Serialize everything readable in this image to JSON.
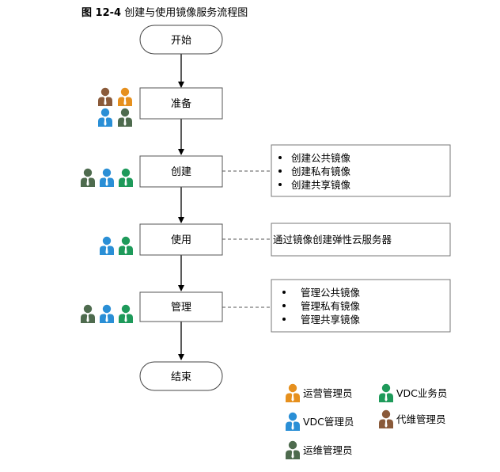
{
  "figure": {
    "number": "图 12-4",
    "title": "创建与使用镜像服务流程图"
  },
  "flow": {
    "start": "开始",
    "steps": [
      "准备",
      "创建",
      "使用",
      "管理"
    ],
    "end": "结束"
  },
  "notes": {
    "create": [
      "创建公共镜像",
      "创建私有镜像",
      "创建共享镜像"
    ],
    "use": "通过镜像创建弹性云服务器",
    "manage": [
      "管理公共镜像",
      "管理私有镜像",
      "管理共享镜像"
    ]
  },
  "roles": {
    "ops_admin": {
      "label": "运营管理员",
      "color": "#E6901E"
    },
    "vdc_business": {
      "label": "VDC业务员",
      "color": "#1E9A5A"
    },
    "vdc_admin": {
      "label": "VDC管理员",
      "color": "#2A8FD6"
    },
    "agent_admin": {
      "label": "代维管理员",
      "color": "#8A5A3A"
    },
    "maint_admin": {
      "label": "运维管理员",
      "color": "#4E6B4E"
    }
  }
}
